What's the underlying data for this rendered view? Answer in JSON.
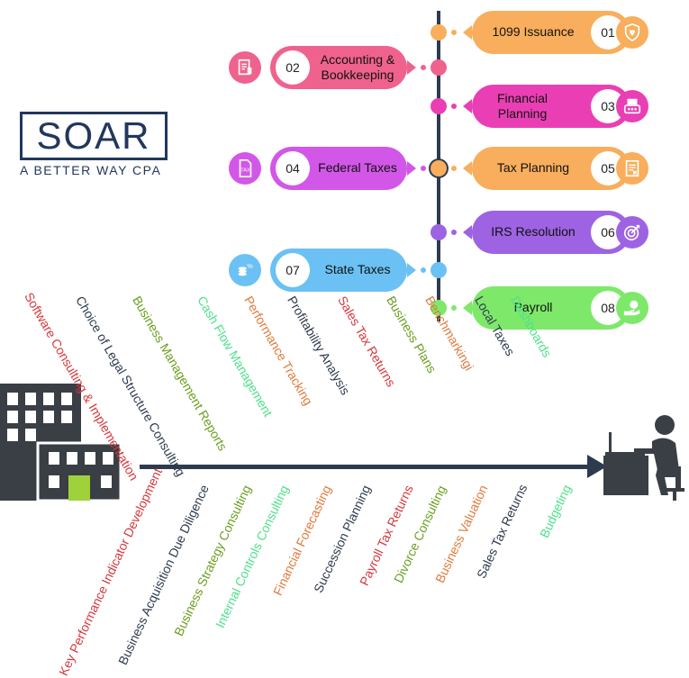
{
  "logo": {
    "name": "SOAR",
    "tagline": "A BETTER WAY CPA"
  },
  "services": [
    {
      "num": "01",
      "label": "1099 Issuance",
      "color": "#f8ae5c",
      "side": "right",
      "icon": "shield-heart-icon"
    },
    {
      "num": "02",
      "label": "Accounting & Bookkeeping",
      "color": "#f0628e",
      "side": "left",
      "icon": "ledger-icon"
    },
    {
      "num": "03",
      "label": "Financial Planning",
      "color": "#ea3fb4",
      "side": "right",
      "icon": "calculator-money-icon"
    },
    {
      "num": "04",
      "label": "Federal Taxes",
      "color": "#d257e8",
      "side": "left",
      "icon": "tax-document-icon"
    },
    {
      "num": "05",
      "label": "Tax Planning",
      "color": "#f8ae5c",
      "side": "right",
      "icon": "planning-document-icon"
    },
    {
      "num": "06",
      "label": "IRS Resolution",
      "color": "#9d63e3",
      "side": "right",
      "icon": "target-icon"
    },
    {
      "num": "07",
      "label": "State Taxes",
      "color": "#6bc1f3",
      "side": "left",
      "icon": "coins-percent-icon"
    },
    {
      "num": "08",
      "label": "Payroll",
      "color": "#7ee86a",
      "side": "right",
      "icon": "hand-coin-icon"
    }
  ],
  "center_dot_color": "#2e3b4e",
  "upper_labels": [
    {
      "text": "Software Consulting & Implementation",
      "color": "#d6373b"
    },
    {
      "text": "Choice of Legal Structure Consulting",
      "color": "#2e3b4e"
    },
    {
      "text": "Business Management Reports",
      "color": "#6b9e1f"
    },
    {
      "text": "Cash Flow Management",
      "color": "#4fe08a"
    },
    {
      "text": "Performance Tracking",
      "color": "#e07a3c"
    },
    {
      "text": "Profitability Analysis",
      "color": "#2e3b4e"
    },
    {
      "text": "Sales Tax Returns",
      "color": "#d6373b"
    },
    {
      "text": "Business Plans",
      "color": "#6b9e1f"
    },
    {
      "text": "Benchmarkingi",
      "color": "#e07a3c"
    },
    {
      "text": "Local Taxes",
      "color": "#2e3b4e"
    },
    {
      "text": "Dashboards",
      "color": "#4fe08a"
    }
  ],
  "lower_labels": [
    {
      "text": "Key Performance Indicator Development",
      "color": "#d6373b"
    },
    {
      "text": "Business Acquisition Due Diligence",
      "color": "#2e3b4e"
    },
    {
      "text": "Business Strategy Consulting",
      "color": "#6b9e1f"
    },
    {
      "text": "Internal Controls Consulting",
      "color": "#4fe08a"
    },
    {
      "text": "Financial Forecasting",
      "color": "#e07a3c"
    },
    {
      "text": "Succession Planning",
      "color": "#2e3b4e"
    },
    {
      "text": "Payroll Tax Returns",
      "color": "#d6373b"
    },
    {
      "text": "Divorce Consulting",
      "color": "#6b9e1f"
    },
    {
      "text": "Business Valuation",
      "color": "#e07a3c"
    },
    {
      "text": "Sales Tax Returns",
      "color": "#2e3b4e"
    },
    {
      "text": "Budgeting",
      "color": "#4fe08a"
    }
  ],
  "colors": {
    "dark": "#2e3b4e",
    "building_door": "#9fd23a"
  }
}
